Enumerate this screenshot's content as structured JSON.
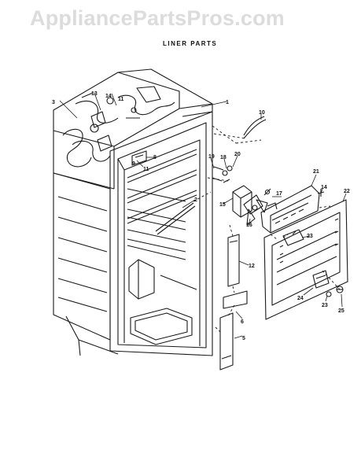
{
  "watermark": "AppliancePartsPros.com",
  "title": "LINER PARTS",
  "callouts": [
    "1",
    "2",
    "3",
    "5",
    "6",
    "8",
    "9",
    "10",
    "11",
    "12",
    "13",
    "14",
    "15",
    "16",
    "17",
    "18",
    "19",
    "20",
    "21",
    "22",
    "23",
    "24",
    "25"
  ],
  "colors": {
    "ink": "#1a1a1a",
    "watermark": "#dcdcdc",
    "background": "#ffffff"
  }
}
